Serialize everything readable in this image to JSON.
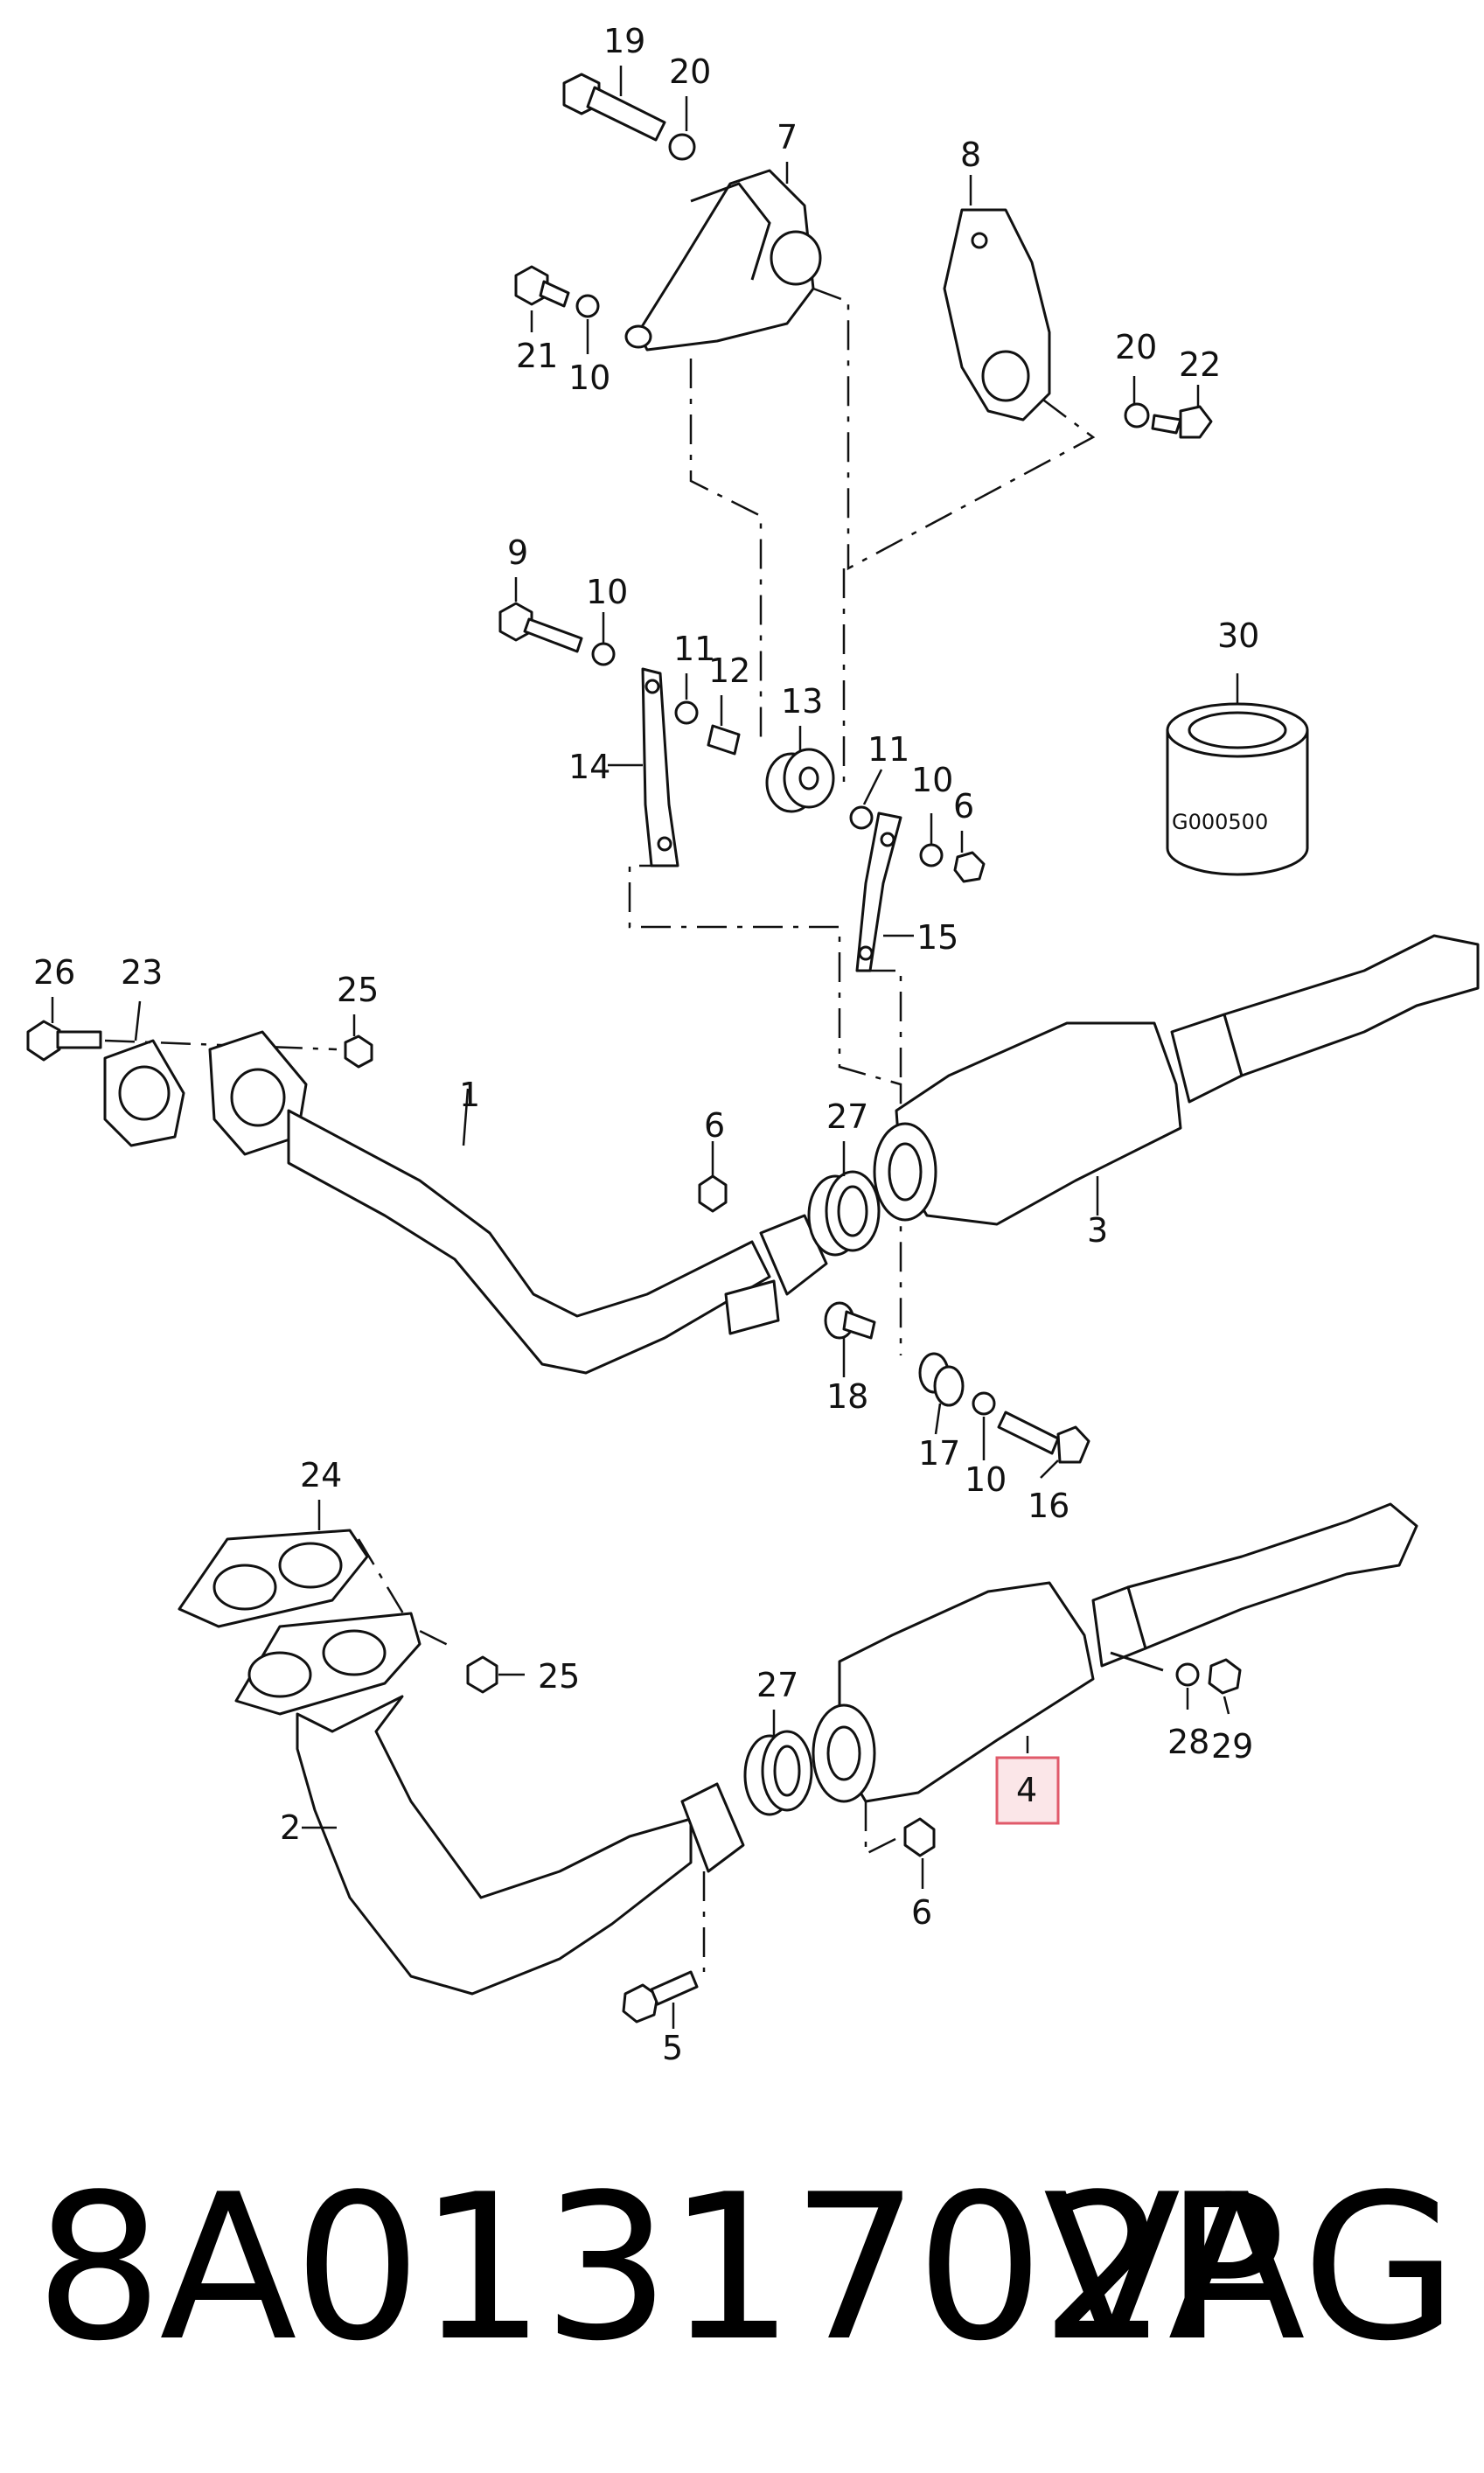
{
  "diagram": {
    "callouts": {
      "c19": "19",
      "c20a": "20",
      "c7": "7",
      "c8": "8",
      "c21": "21",
      "c10a": "10",
      "c20b": "20",
      "c22": "22",
      "c9": "9",
      "c10b": "10",
      "c11a": "11",
      "c12": "12",
      "c13": "13",
      "c14": "14",
      "c11b": "11",
      "c10c": "10",
      "c6a": "6",
      "c15": "15",
      "c30": "30",
      "c26": "26",
      "c23": "23",
      "c25a": "25",
      "c1": "1",
      "c6b": "6",
      "c27a": "27",
      "c3": "3",
      "c18": "18",
      "c17": "17",
      "c10d": "10",
      "c16": "16",
      "c24": "24",
      "c25b": "25",
      "c2": "2",
      "c27b": "27",
      "c4": "4",
      "c28": "28",
      "c29": "29",
      "c6c": "6",
      "c5": "5"
    },
    "stamp_text": "G000500",
    "highlight_color": "#e05a6a"
  },
  "footer": {
    "part_number": "8A0131702P",
    "brand": "VAG"
  }
}
